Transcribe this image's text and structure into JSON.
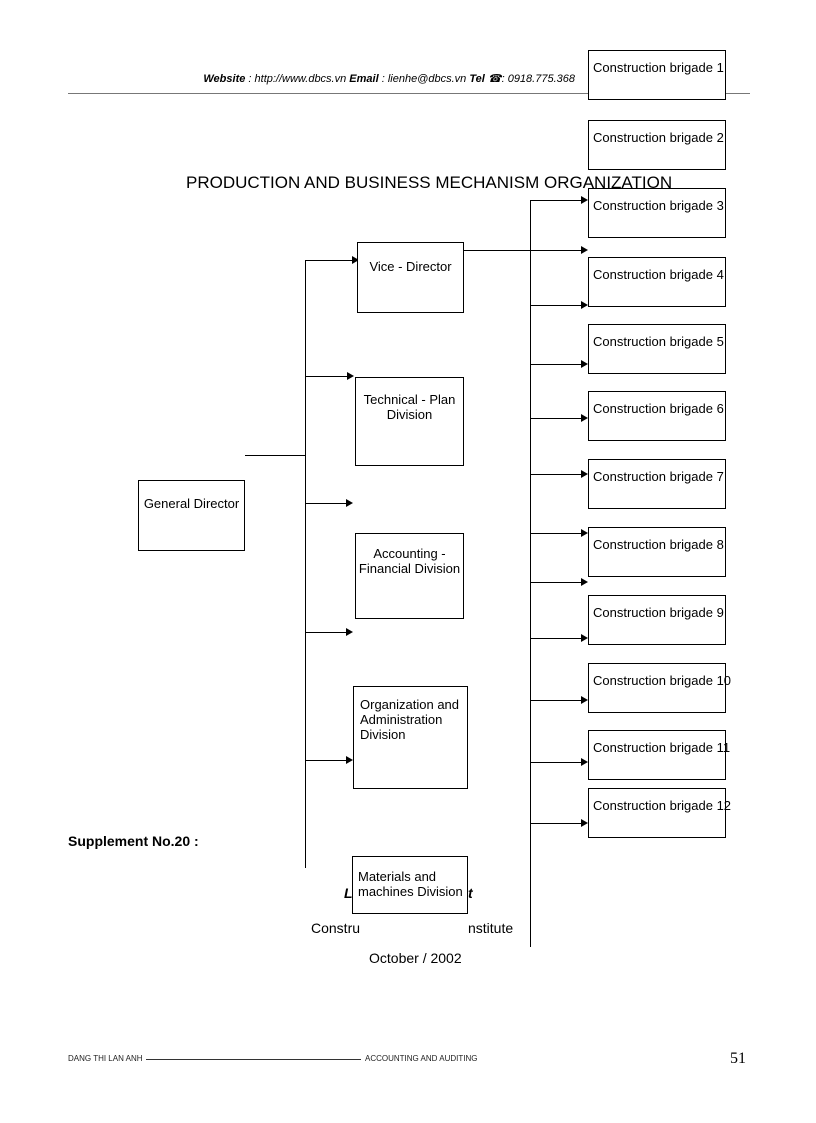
{
  "header": {
    "website_label": "Website",
    "website_value": " : http://www.dbcs.vn ",
    "email_label": "Email",
    "email_value": " : lienhe@dbcs.vn ",
    "tel_label": "Tel",
    "tel_value": " ☎: 0918.775.368"
  },
  "title": "PRODUCTION AND BUSINESS MECHANISM ORGANIZATION",
  "general_director": "General Director",
  "divisions": {
    "vice_director": "Vice - Director",
    "technical_line1": "Technical -  Plan",
    "technical_line2": "Division",
    "accounting_line1": "Accounting -",
    "accounting_line2": "Financial Division",
    "organization_line1": "Organization and",
    "organization_line2": "Administration",
    "organization_line3": "Division",
    "materials_line1": "Materials and",
    "materials_line2": "machines Division"
  },
  "brigades": [
    "Construction brigade 1",
    "Construction brigade 2",
    "Construction brigade 3",
    "Construction brigade 4",
    "Construction brigade 5",
    "Construction brigade 6",
    "Construction brigade 7",
    "Construction brigade 8",
    "Construction brigade 9",
    "Construction brigade 10",
    "Construction brigade 11",
    "Construction brigade 12"
  ],
  "supplement": "Supplement No.20 :",
  "underlying": {
    "l_fragment": "L",
    "t_fragment": "t",
    "constru_fragment": "Constru",
    "institute_fragment": "nstitute",
    "date": "October / 2002"
  },
  "footer": {
    "left": "DANG THI LAN ANH",
    "middle": "ACCOUNTING AND AUDITING",
    "page_number": "51"
  }
}
